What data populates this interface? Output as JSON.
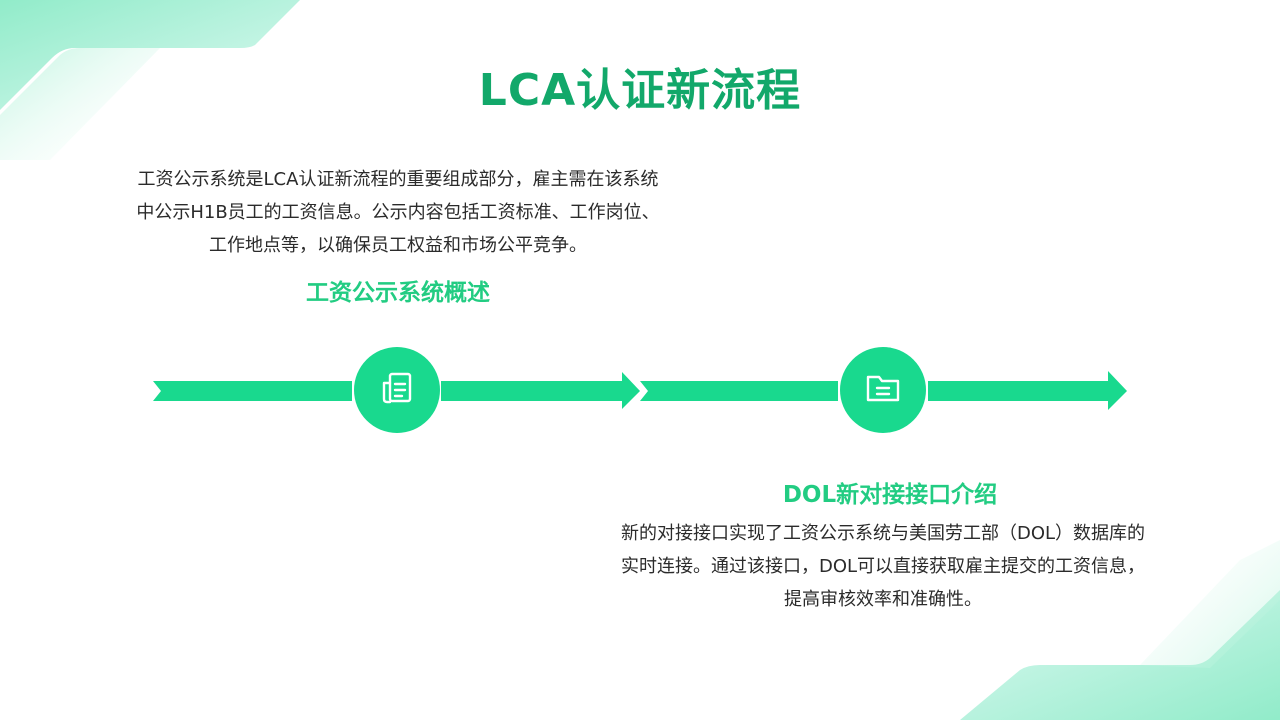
{
  "slide": {
    "title": "LCA认证新流程",
    "sections": [
      {
        "heading": "工资公示系统概述",
        "lines": [
          "工资公示系统是LCA认证新流程的重要组成部分，雇主需在该系统",
          "中公示H1B员工的工资信息。公示内容包括工资标准、工作岗位、",
          "工作地点等，以确保员工权益和市场公平竞争。"
        ],
        "icon": "document-icon"
      },
      {
        "heading": "DOL新对接接口介绍",
        "lines": [
          "新的对接接口实现了工资公示系统与美国劳工部（DOL）数据库的",
          "实时连接。通过该接口，DOL可以直接获取雇主提交的工资信息，",
          "提高审核效率和准确性。"
        ],
        "icon": "folder-icon"
      }
    ]
  },
  "colors": {
    "title": "#12a86a",
    "accent": "#19d98e",
    "heading": "#22cc82",
    "text": "#2b2b2b"
  }
}
